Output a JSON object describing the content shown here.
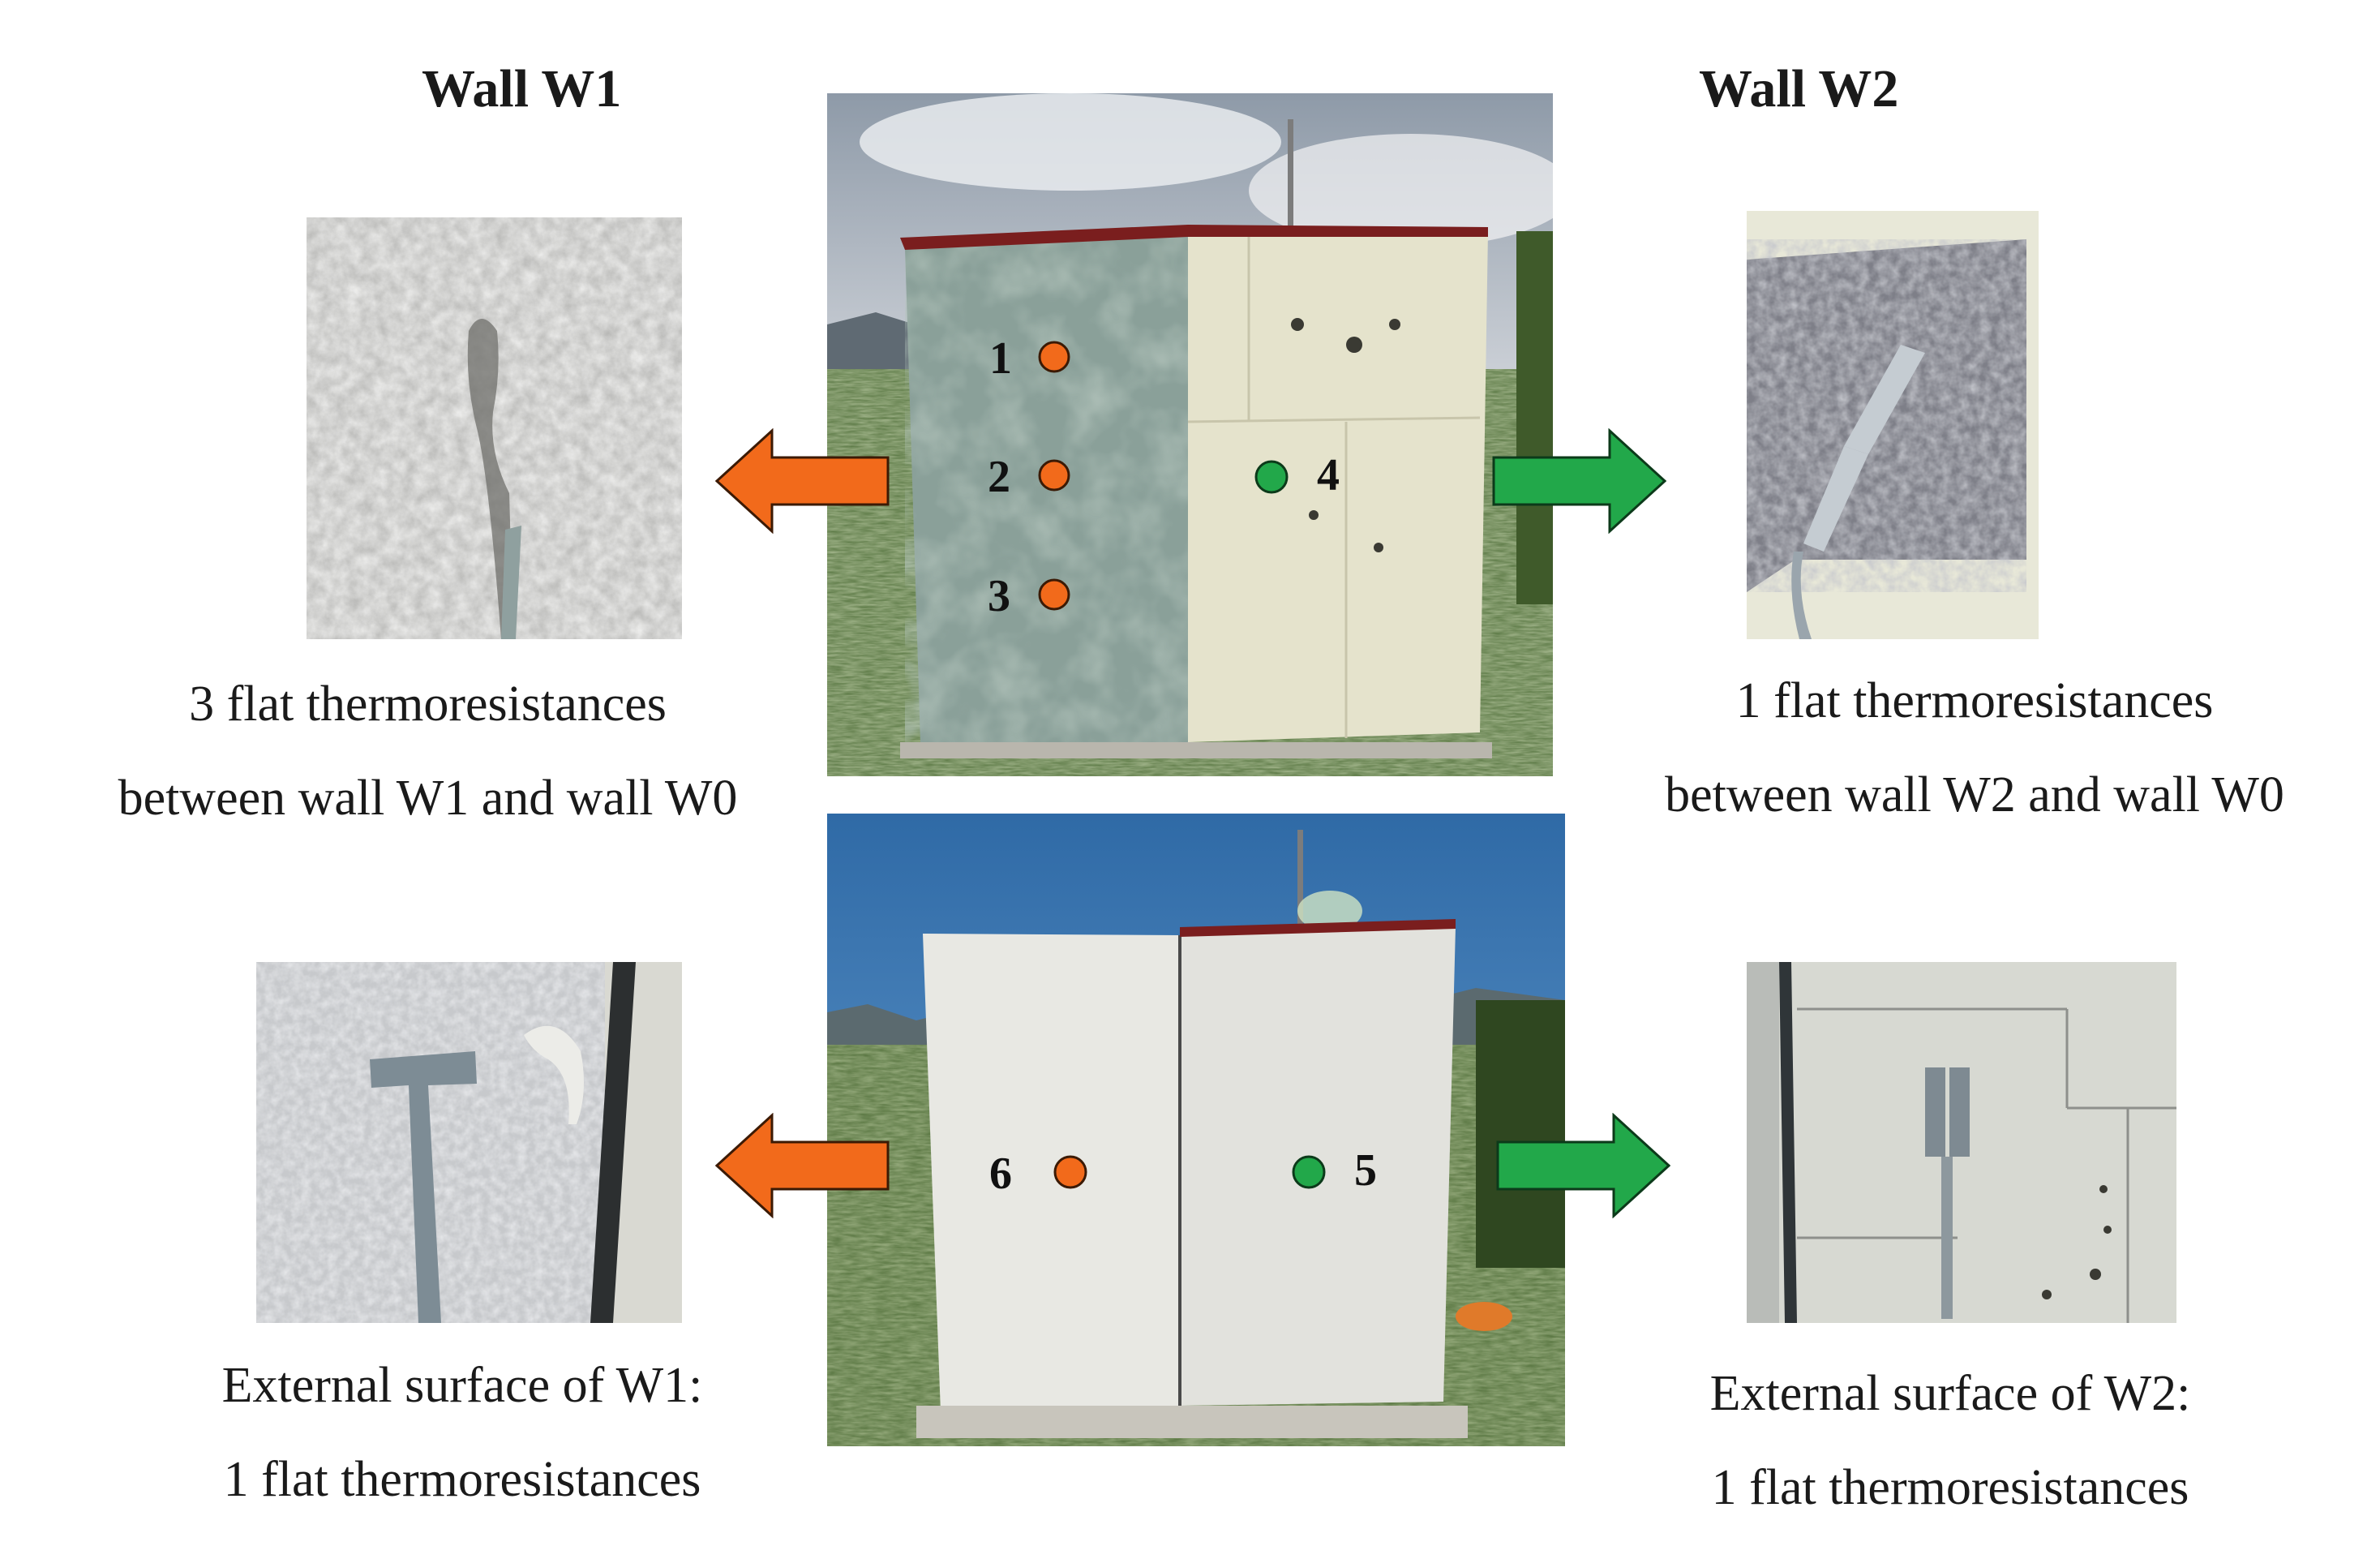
{
  "wall_w1": {
    "title": "Wall W1",
    "internal_caption": [
      "3 flat thermoresistances",
      "between wall W1 and wall W0"
    ],
    "external_caption": [
      "External surface of W1:",
      "1 flat thermoresistances"
    ],
    "color": "#f26a1b"
  },
  "wall_w2": {
    "title": "Wall W2",
    "internal_caption": [
      "1 flat thermoresistances",
      "between wall W2 and wall W0"
    ],
    "external_caption": [
      "External surface of W2:",
      "1 flat thermoresistances"
    ],
    "color": "#22a84a"
  },
  "sensors": {
    "top_photo": [
      {
        "label": "1",
        "color": "orange"
      },
      {
        "label": "2",
        "color": "orange"
      },
      {
        "label": "3",
        "color": "orange"
      },
      {
        "label": "4",
        "color": "green"
      }
    ],
    "bottom_photo": [
      {
        "label": "6",
        "color": "orange"
      },
      {
        "label": "5",
        "color": "green"
      }
    ]
  }
}
